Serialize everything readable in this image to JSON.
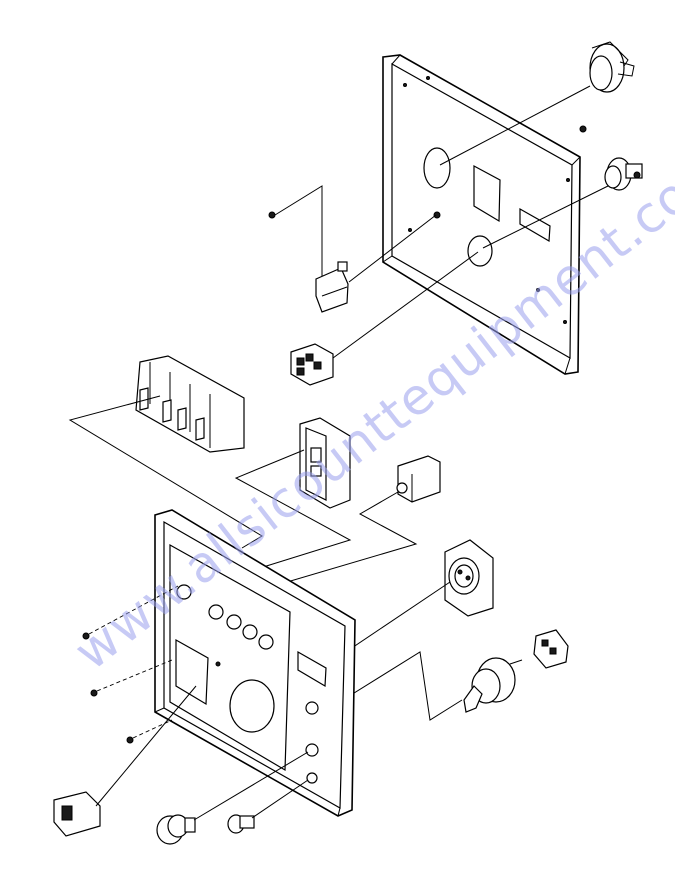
{
  "watermark": {
    "text": "www.allsicounttequipment.com",
    "color": "#9aa0ee"
  },
  "diagram": {
    "kind": "exploded-parts-view",
    "assemblies": [
      "rear-mounting-panel",
      "front-control-panel"
    ],
    "parts": [
      "twist-lock-connector-large",
      "twist-lock-connector-small",
      "relay",
      "terminal-block",
      "circuit-breaker-bank",
      "gfci-receptacle",
      "circuit-breaker-single",
      "twist-lock-receptacle",
      "ignition-key-switch",
      "switch-plug",
      "rocker-switch",
      "push-button",
      "indicator-lamp",
      "screws"
    ]
  }
}
